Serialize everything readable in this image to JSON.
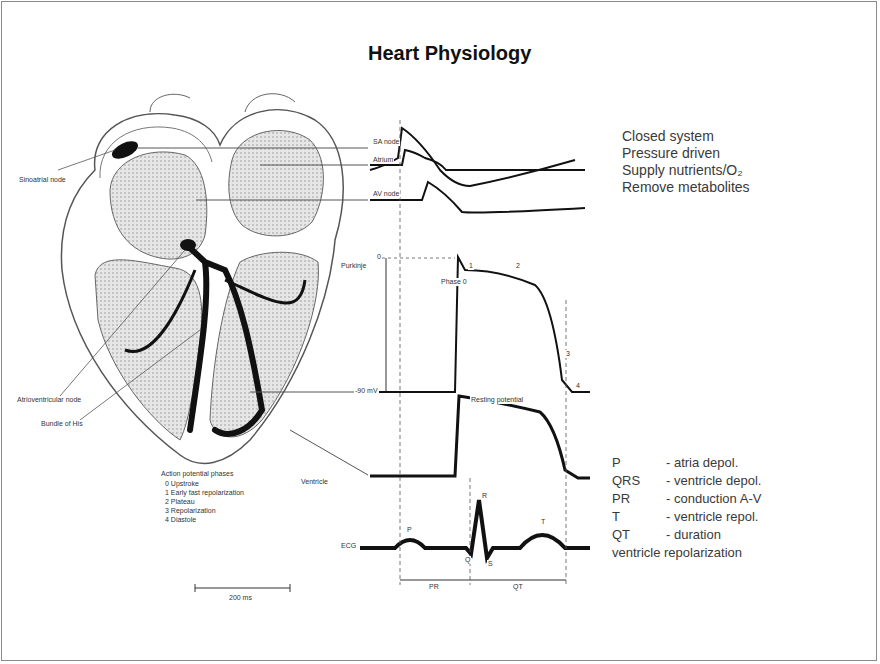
{
  "diagram": {
    "title": "Heart Physiology",
    "labels": [
      "Closed system",
      "Pressure driven",
      "Supply nutrients/O₂",
      "Remove metabolites",
      "P",
      "- atria depol.",
      "QRS",
      "- ventricle depol.",
      "PR",
      "- conduction A-V",
      "T",
      "- ventricle repol.",
      "QT",
      "- duration",
      "ventricle repolarization",
      "Sinoatrial node",
      "Atrioventricular node",
      "Bundle of His",
      "SA node",
      "Atrium",
      "AV node",
      "Purkinje",
      "Ventricle",
      "Resting potential",
      "Phase 0",
      "1",
      "2",
      "3",
      "4",
      "0",
      "-90 mV",
      "ECG",
      "P",
      "Q",
      "R",
      "S",
      "T",
      "PR",
      "QT",
      "200 ms",
      "Action potential phases",
      "0 Upstroke",
      "1 Early fast repolarization",
      "2 Plateau",
      "3 Repolarization",
      "4 Diastole"
    ]
  }
}
